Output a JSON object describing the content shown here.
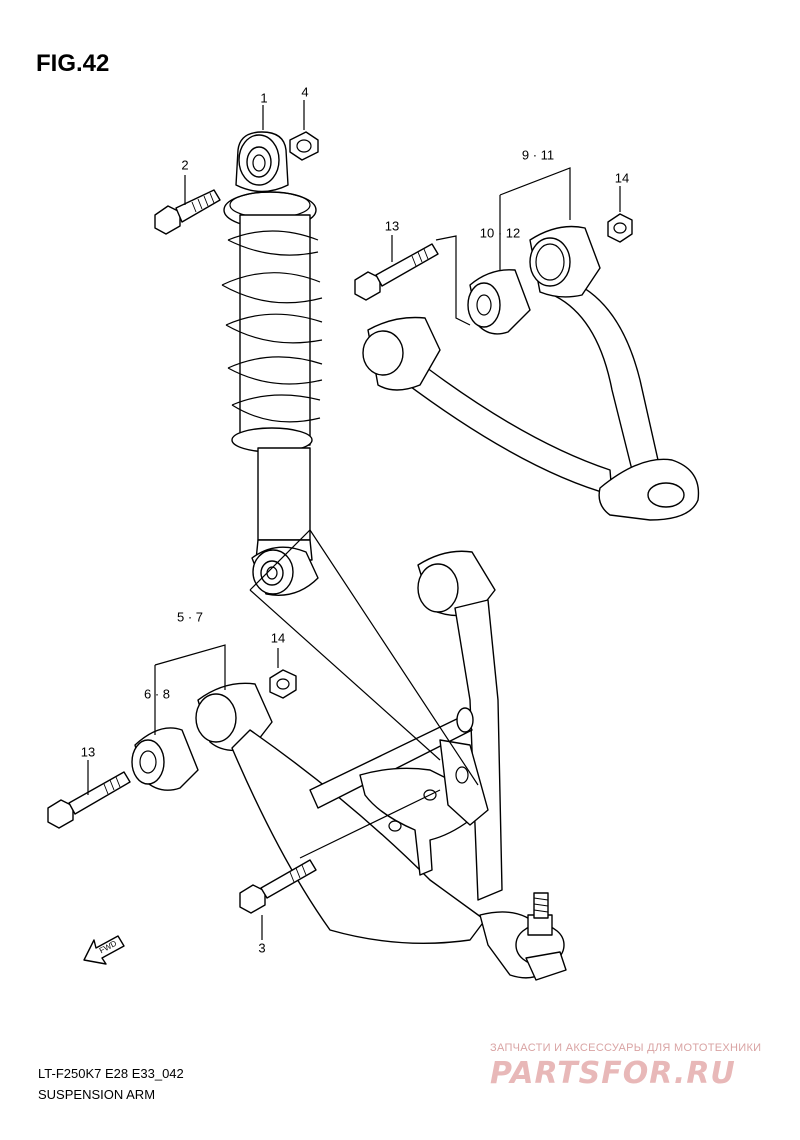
{
  "figure": {
    "title": "FIG.42"
  },
  "callouts": {
    "c1": "1",
    "c2": "2",
    "c3": "3",
    "c4": "4",
    "c5_7": "5 · 7",
    "c6_8": "6 · 8",
    "c9_11": "9 · 11",
    "c10_12": "10 · 12",
    "c13_top": "13",
    "c13_bottom": "13",
    "c14_top": "14",
    "c14_mid": "14"
  },
  "footer": {
    "model_code": "LT-F250K7 E28 E33_042",
    "section_name": "SUSPENSION ARM"
  },
  "fwd_label": "FWD",
  "watermark": {
    "tagline": "ЗАПЧАСТИ И АКСЕССУАРЫ ДЛЯ МОТОТЕХНИКИ",
    "logo": "PARTSFOR.RU"
  }
}
